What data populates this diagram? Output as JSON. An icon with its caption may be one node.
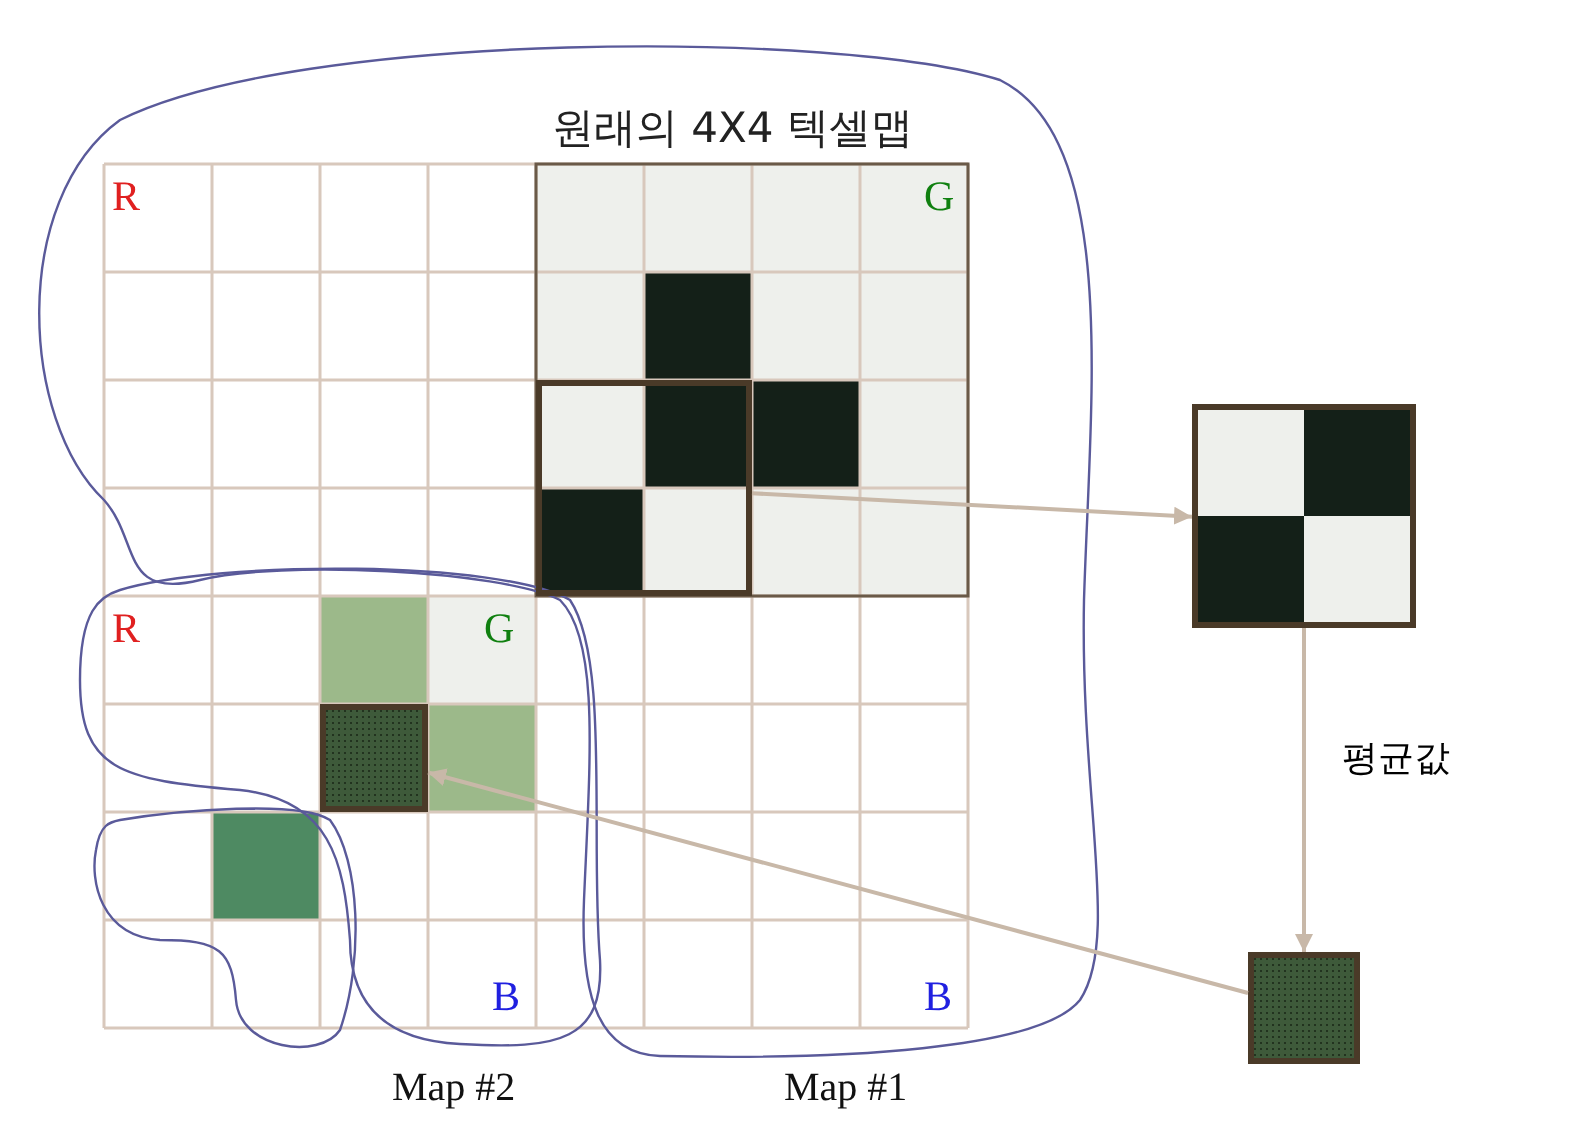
{
  "diagram": {
    "nodes": [
      {
        "text": [],
        "shape": "box"
      },
      {
        "text": [],
        "shape": "box"
      },
      {
        "text": [],
        "shape": "box"
      },
      {
        "text": [],
        "shape": "box"
      }
    ],
    "edges": [
      {
        "from": 0,
        "to": 1,
        "arrow": "to"
      },
      {
        "from": 1,
        "to": 2,
        "arrow": "to",
        "label": "평균값"
      },
      {
        "from": 2,
        "to": 3,
        "arrow": "to"
      }
    ],
    "labels": [
      "원래의 4X4 텍셀맵",
      "R",
      "G",
      "R",
      "G",
      "B",
      "B",
      "Map #2",
      "Map #1"
    ]
  }
}
